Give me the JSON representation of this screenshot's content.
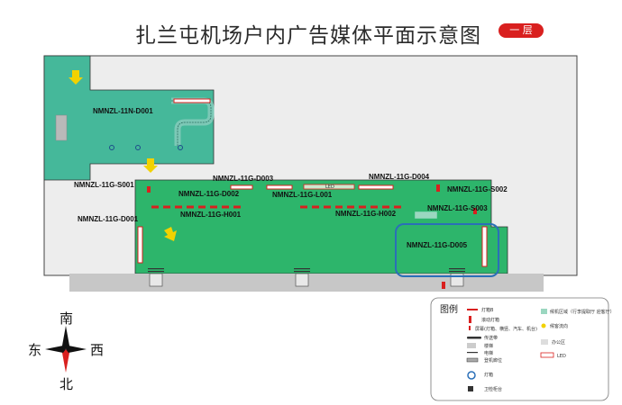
{
  "title": "扎兰屯机场户内广告媒体平面示意图",
  "floor": "一 层",
  "labels": {
    "n001": "NMNZL-11N-D001",
    "d003": "NMNZL-11G-D003",
    "d004": "NMNZL-11G-D004",
    "s001": "NMNZL-11G-S001",
    "d002": "NMNZL-11G-D002",
    "l001": "NMNZL-11G-L001",
    "s002": "NMNZL-11G-S002",
    "s003": "NMNZL-11G-S003",
    "h001": "NMNZL-11G-H001",
    "h002": "NMNZL-11G-H002",
    "d001": "NMNZL-11G-D001",
    "d005": "NMNZL-11G-D005",
    "led_small": "LED"
  },
  "compass": {
    "south": "南",
    "north": "北",
    "east": "东",
    "west": "西"
  },
  "legend": {
    "title": "图例",
    "items_left": [
      "灯箱B",
      "滚动灯箱",
      "屏幕(灯箱、横竖、汽车、机台)",
      "传送带",
      "楼梯",
      "电梯",
      "登机廊位",
      "灯箱",
      "卫检柜台"
    ],
    "items_right": [
      "候机区域（行李提取厅 迎客厅）",
      "候客流向",
      "办公区",
      "LED"
    ]
  },
  "colors": {
    "terminal": "#2db56b",
    "upper": "#45b89a",
    "apron": "#c7c7c7",
    "badge": "#d9201f",
    "highlight": "#2a6fb8"
  }
}
